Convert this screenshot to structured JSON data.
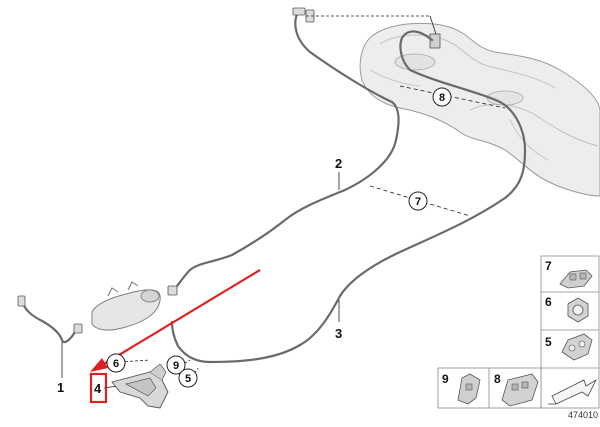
{
  "callouts": {
    "part_1": "1",
    "part_2": "2",
    "part_3": "3",
    "part_4": "4",
    "circle_5": "5",
    "circle_6": "6",
    "circle_7": "7",
    "circle_8": "8",
    "circle_9": "9"
  },
  "legend": {
    "item_7": "7",
    "item_6": "6",
    "item_5": "5",
    "item_9": "9",
    "item_8": "8"
  },
  "diagram_id": "474010",
  "highlight_color": "#e02020",
  "icons": [
    "fuel-tank-icon",
    "fuel-line-icon",
    "carbon-canister-icon",
    "bracket-icon",
    "clip-icon",
    "nut-icon",
    "holder-icon",
    "arrow-icon"
  ]
}
